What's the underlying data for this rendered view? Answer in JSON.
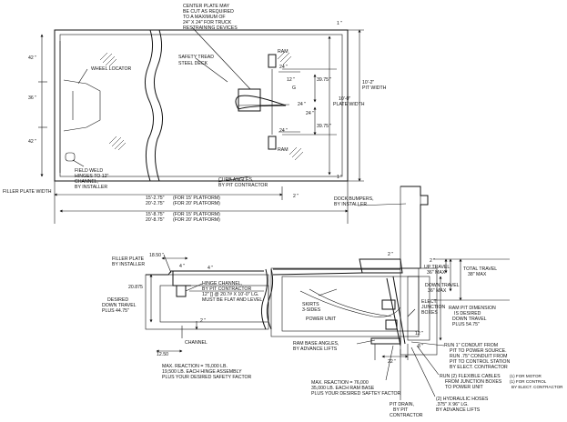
{
  "plan": {
    "center_plate_note": [
      "CENTER PLATE MAY",
      "BE CUT AS REQUIRED",
      "TO A MAXIMUM OF",
      "24\" X 24\" FOR TRUCK",
      "RESTRAINING DEVICES"
    ],
    "dim_1_top": "1 \"",
    "ram_top": "RAM",
    "safety_tread": [
      "SAFETY TREAD",
      "STEEL DECK"
    ],
    "wheel_locator": "WHEEL LOCATOR",
    "dim_42_top": "42 \"",
    "dim_36": "36 \"",
    "dim_42_bottom": "42 \"",
    "dim_24_a": "24 \"",
    "dim_39_75_a": "39.75 \"",
    "dim_12": "12 \"",
    "dim_24_b": "24 \"",
    "dim_24_c": "24 \"",
    "dim_39_75_b": "39.75 \"",
    "dim_24_d": "24 \"",
    "ram_bottom": "RAM",
    "plate_width": [
      "10'-0\"",
      "PLATE WIDTH"
    ],
    "pit_width": [
      "10'-2\"",
      "PIT WIDTH"
    ],
    "dim_1_bottom": "1 \"",
    "field_weld": [
      "FIELD WELD",
      "HINGES TO 12\"",
      "CHANNEL,",
      "BY INSTALLER"
    ],
    "curb_angles": [
      "CURB ANGLES,",
      "BY PIT CONTRACTOR"
    ],
    "filler_plate_width": "FILLER PLATE WIDTH",
    "dim_2": "2 \"",
    "len_15_2": "15'-2.75\"",
    "len_15_2_note": "(FOR 15' PLATFORM)",
    "len_20_2": "20'-2.75\"",
    "len_20_2_note": "(FOR 20' PLATFORM)",
    "len_15_8": "15'-8.75\"",
    "len_15_8_note": "(FOR 15' PLATFORM)",
    "len_20_8": "20'-8.75\"",
    "len_20_8_note": "(FOR 20' PLATFORM)",
    "g_mark": "G"
  },
  "section": {
    "dock_bumpers": [
      "DOCK BUMPERS,",
      "BY INSTALLER"
    ],
    "dim_18_50": "18.50 \"",
    "filler_plate": [
      "FILLER PLATE",
      "BY INSTALLER"
    ],
    "dim_4_a": "4 \"",
    "dim_4_b": "4 \"",
    "dim_20_875": "20.875",
    "hinge_channel": [
      "HINGE CHANNEL,",
      "BY PIT CONTRACTOR",
      "12\" [] @ 20.7# X 10'-0\" LG.",
      "MUST BE FLAT AND LEVEL"
    ],
    "desired_travel": [
      "DESIRED",
      "DOWN TRAVEL",
      "PLUS 44.75\""
    ],
    "dim_2_a": "2 \"",
    "channel_mark": "CHANNEL",
    "dim_12_50": "12.50",
    "max_reaction_a": [
      "MAX. REACTION = 76,000 LB.",
      "19,500 LB. EACH HINGE ASSEMBLY",
      "PLUS YOUR DESIRED SAFETY FACTOR"
    ],
    "dim_2_b": "2 \"",
    "dim_2_c": "2 \"",
    "up_travel": [
      "UP TRAVEL",
      "36\" MAX"
    ],
    "total_travel": [
      "TOTAL TRAVEL",
      "38\" MAX"
    ],
    "down_travel": [
      "DOWN TRAVEL",
      "36\" MAX"
    ],
    "skirts": [
      "SKIRTS",
      "3-SIDES"
    ],
    "elect_junction": [
      "ELECT.",
      "JUNCTION",
      "BOXES"
    ],
    "power_unit": "POWER UNIT",
    "ram_pit": [
      "RAM PIT DIMENSION",
      "IS DESIRED",
      "DOWN TRAVEL",
      "PLUS 54.75\""
    ],
    "dim_12_b": "12 \"",
    "dim_8": "8 \"",
    "dim_22": "22 \"",
    "ram_base_angles": [
      "RAM BASE ANGLES,",
      "BY ADVANCE LIFTS"
    ],
    "run1": [
      "RUN 1\" CONDUIT FROM",
      "PIT TO POWER SOURCE.",
      "RUN .75\" CONDUIT FROM",
      "PIT TO CONTROL STATION",
      "BY ELECT. CONTRACTOR"
    ],
    "max_reaction_b": [
      "MAX. REACTION = 76,000",
      "35,000 LB. EACH RAM BASE",
      "PLUS YOUR DESIRED SAFTEY FACTOR"
    ],
    "run2": [
      "RUN (2) FLEXIBLE CABLES",
      "FROM JUNCTION BOXES",
      "TO POWER UNIT"
    ],
    "legend_motor": [
      "(1) FOR MOTOR",
      "(1) FOR CONTROL",
      "BY ELECT. CONTRACTOR"
    ],
    "hoses": [
      "(2) HYDRAULIC HOSES",
      ".375\" X 96\" LG.",
      "BY ADVANCE LIFTS"
    ],
    "pit_drain": [
      "PIT DRAIN,",
      "BY PIT",
      "CONTRACTOR"
    ]
  }
}
